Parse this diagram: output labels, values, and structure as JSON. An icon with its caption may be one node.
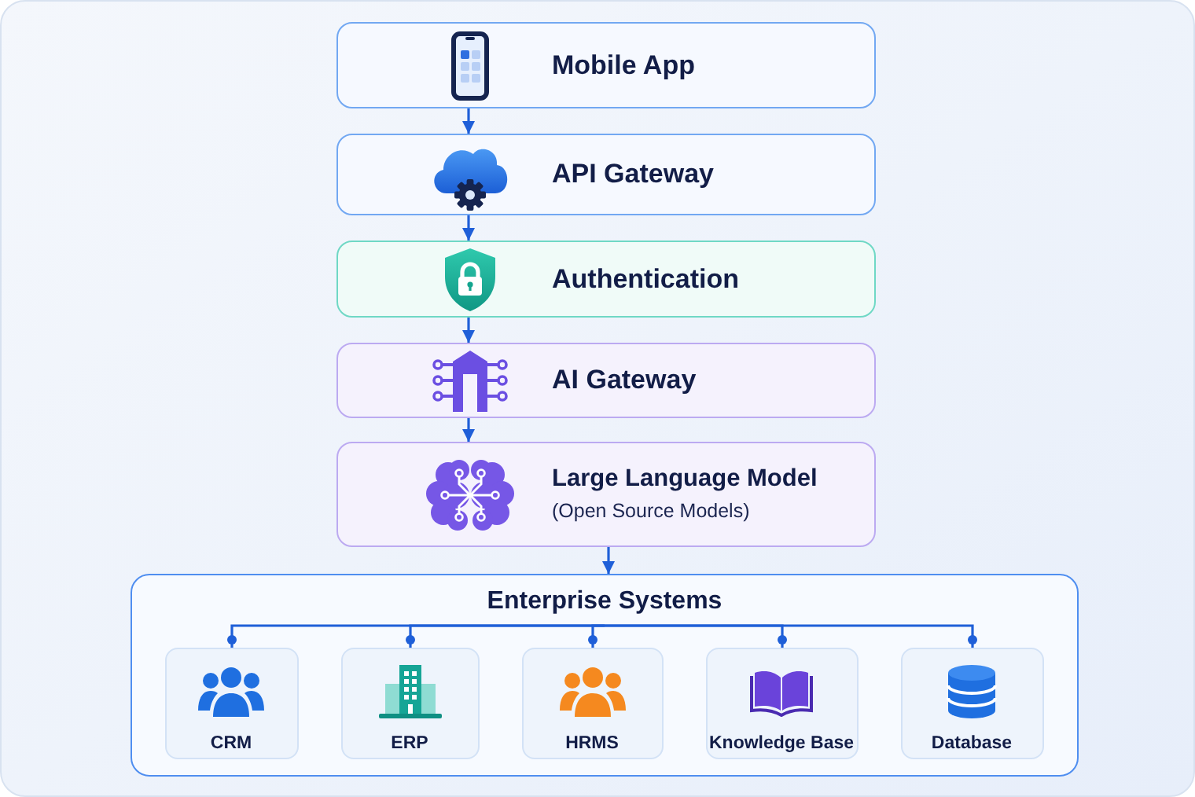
{
  "diagram": {
    "nodes": [
      {
        "text": [
          "Mobile App"
        ]
      },
      {
        "text": [
          "API Gateway"
        ]
      },
      {
        "text": [
          "Authentication"
        ]
      },
      {
        "text": [
          "AI Gateway"
        ]
      },
      {
        "text": [
          "Large Language Model",
          "(Open Source Models)"
        ]
      },
      {
        "text": [
          "Enterprise Systems"
        ]
      },
      {
        "text": [
          "CRM"
        ],
        "in": 5
      },
      {
        "text": [
          "ERP"
        ],
        "in": 5
      },
      {
        "text": [
          "HRMS"
        ],
        "in": 5
      },
      {
        "text": [
          "Knowledge Base"
        ],
        "in": 5
      },
      {
        "text": [
          "Database"
        ],
        "in": 5
      }
    ],
    "edges": [
      {
        "from": 0,
        "to": 1,
        "arrow": "to"
      },
      {
        "from": 1,
        "to": 2,
        "arrow": "to"
      },
      {
        "from": 2,
        "to": 3,
        "arrow": "to"
      },
      {
        "from": 3,
        "to": 4,
        "arrow": "to"
      },
      {
        "from": 4,
        "to": 5,
        "arrow": "to"
      },
      {
        "from": null,
        "to": 6,
        "arrow": "other"
      },
      {
        "from": null,
        "to": 7,
        "arrow": "other"
      },
      {
        "from": null,
        "to": 8,
        "arrow": "other"
      },
      {
        "from": null,
        "to": 9,
        "arrow": "other"
      },
      {
        "from": null,
        "to": 10,
        "arrow": "other"
      }
    ]
  }
}
